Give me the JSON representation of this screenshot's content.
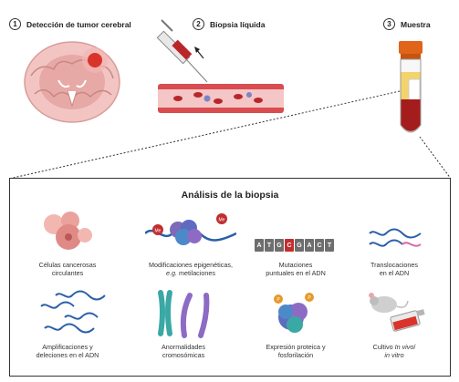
{
  "steps": [
    {
      "num": "1",
      "label": "Detección de tumor cerebral"
    },
    {
      "num": "2",
      "label": "Biopsia líquida"
    },
    {
      "num": "3",
      "label": "Muestra"
    }
  ],
  "panel": {
    "title": "Análisis de la biopsia",
    "items": [
      {
        "line1": "Células cancerosas",
        "line2": "circulantes"
      },
      {
        "line1": "Modificaciones epigenéticas,",
        "line2_italic": "e.g.",
        "line2": " metilaciones"
      },
      {
        "line1": "Mutaciones",
        "line2": "puntuales en el ADN"
      },
      {
        "line1": "Translocaciones",
        "line2": "en el ADN"
      },
      {
        "line1": "Amplificaciones y",
        "line2": "deleciones en el ADN"
      },
      {
        "line1": "Anormalidades",
        "line2": "cromosómicas"
      },
      {
        "line1": "Expresión proteica y",
        "line2": "fosforilación"
      },
      {
        "line1_prefix": "Cultivo ",
        "line1_italic": "In vivo",
        "line1_suffix": "/",
        "line2_italic": "in vitro"
      }
    ],
    "dna_letters": [
      "A",
      "T",
      "G",
      "C",
      "G",
      "A",
      "C",
      "T"
    ],
    "me_labels": [
      "Me",
      "Me"
    ],
    "p_labels": [
      "P",
      "P"
    ]
  },
  "colors": {
    "brain_outer": "#f2c5c3",
    "brain_inner": "#e7a9a6",
    "tumor": "#d9342b",
    "vessel": "#d94c4f",
    "blood": "#a51c1c",
    "plasma": "#f2d46b",
    "cap": "#e0641a",
    "dna_blue": "#2b5fa8",
    "dna_pink": "#d66aa6",
    "chrom_teal": "#3aa8a5",
    "chrom_purple": "#8d6bc4",
    "protein": "#5e6bbf"
  }
}
